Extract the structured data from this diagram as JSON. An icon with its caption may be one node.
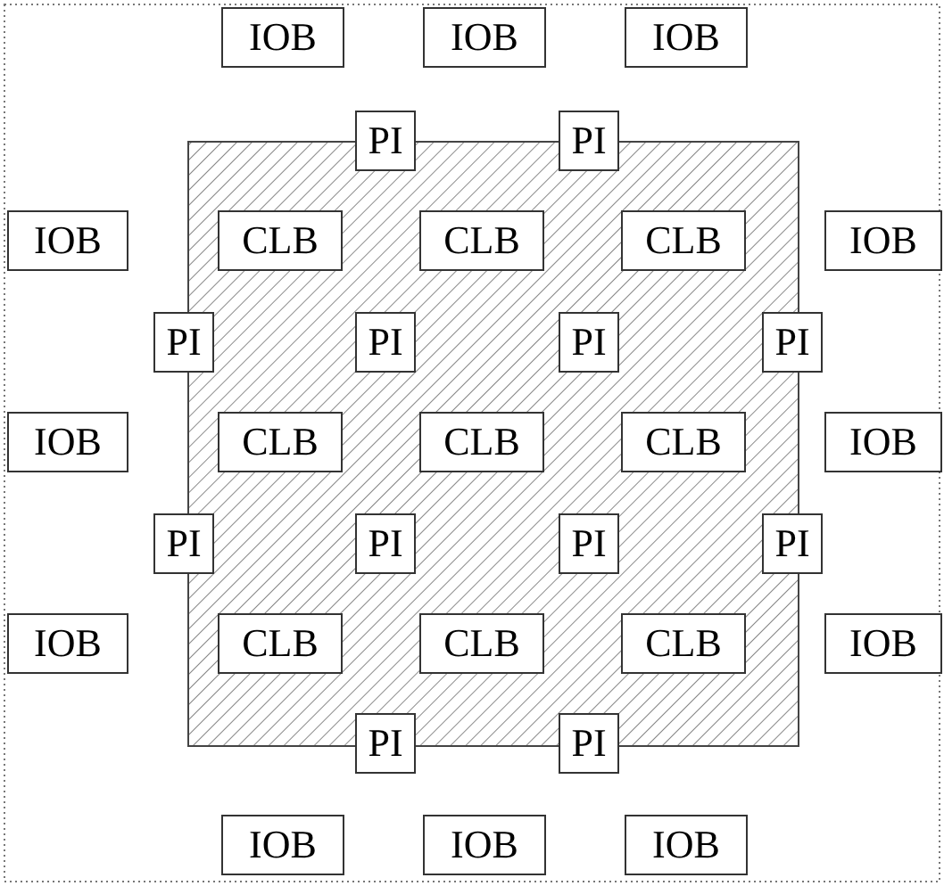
{
  "diagram": {
    "nodes": [
      {
        "text": [
          "IOB"
        ]
      },
      {
        "text": [
          "IOB"
        ]
      },
      {
        "text": [
          "IOB"
        ]
      },
      {
        "text": [
          "PI"
        ]
      },
      {
        "text": [
          "PI"
        ]
      },
      {
        "text": [
          "IOB"
        ]
      },
      {
        "text": [
          "CLB"
        ]
      },
      {
        "text": [
          "CLB"
        ]
      },
      {
        "text": [
          "CLB"
        ]
      },
      {
        "text": [
          "IOB"
        ]
      },
      {
        "text": [
          "PI"
        ]
      },
      {
        "text": [
          "PI"
        ]
      },
      {
        "text": [
          "PI"
        ]
      },
      {
        "text": [
          "PI"
        ]
      },
      {
        "text": [
          "IOB"
        ]
      },
      {
        "text": [
          "CLB"
        ]
      },
      {
        "text": [
          "CLB"
        ]
      },
      {
        "text": [
          "CLB"
        ]
      },
      {
        "text": [
          "IOB"
        ]
      },
      {
        "text": [
          "PI"
        ]
      },
      {
        "text": [
          "PI"
        ]
      },
      {
        "text": [
          "PI"
        ]
      },
      {
        "text": [
          "PI"
        ]
      },
      {
        "text": [
          "IOB"
        ]
      },
      {
        "text": [
          "CLB"
        ]
      },
      {
        "text": [
          "CLB"
        ]
      },
      {
        "text": [
          "CLB"
        ]
      },
      {
        "text": [
          "IOB"
        ]
      },
      {
        "text": [
          "PI"
        ]
      },
      {
        "text": [
          "PI"
        ]
      },
      {
        "text": [
          "IOB"
        ]
      },
      {
        "text": [
          "IOB"
        ]
      },
      {
        "text": [
          "IOB"
        ]
      }
    ]
  }
}
